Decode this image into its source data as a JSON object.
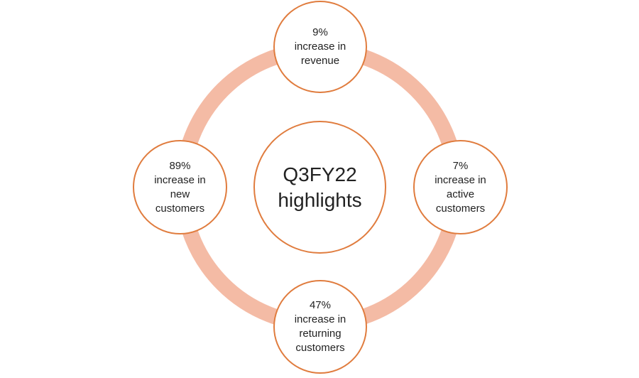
{
  "colors": {
    "ring": "#f4bba5",
    "node_border": "#e07c3e",
    "node_fill": "#ffffff",
    "text": "#222222"
  },
  "center": {
    "text": "Q3FY22\nhighlights"
  },
  "nodes": [
    {
      "id": "top",
      "text": "9%\nincrease in\nrevenue"
    },
    {
      "id": "right",
      "text": "7%\nincrease in\nactive\ncustomers"
    },
    {
      "id": "bottom",
      "text": "47%\nincrease in\nreturning\ncustomers"
    },
    {
      "id": "left",
      "text": "89%\nincrease in\nnew\ncustomers"
    }
  ]
}
